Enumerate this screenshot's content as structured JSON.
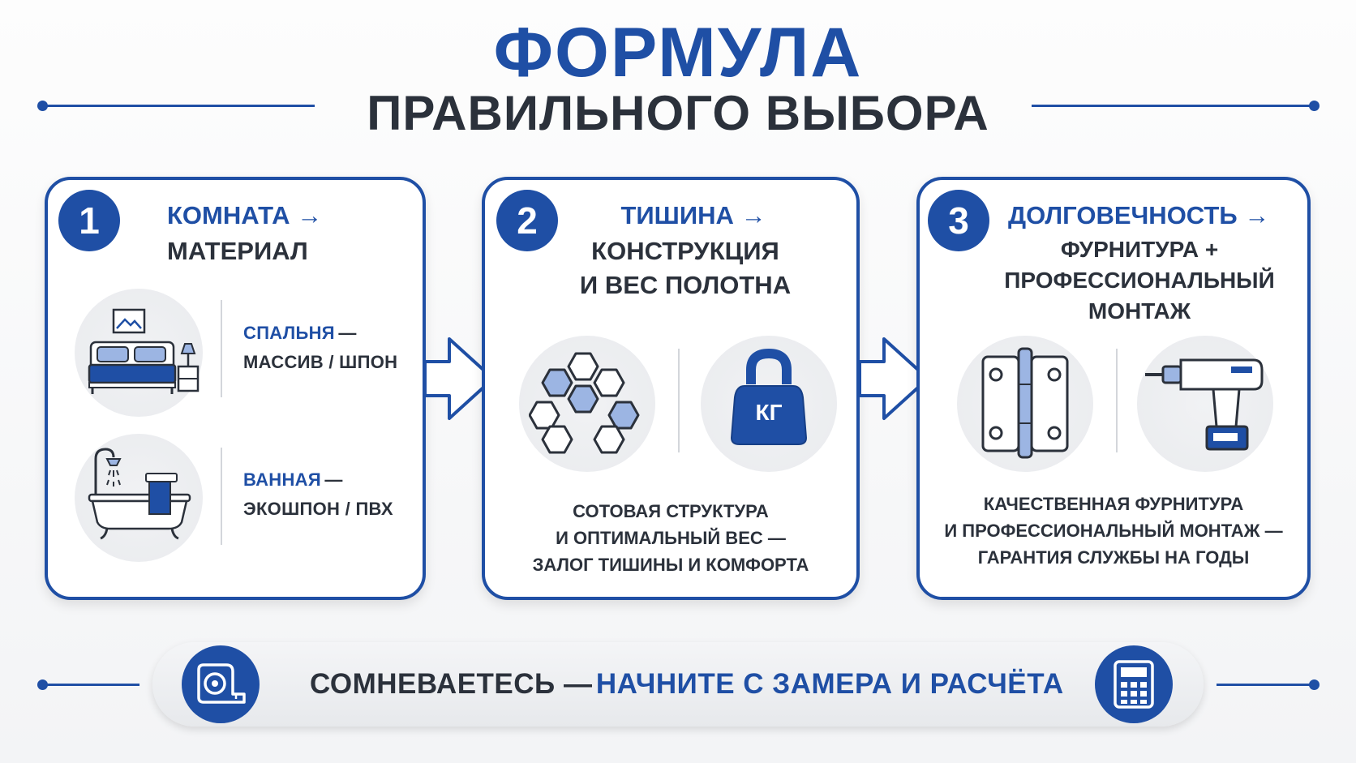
{
  "title": {
    "line1": "ФОРМУЛА",
    "line2": "ПРАВИЛЬНОГО ВЫБОРА"
  },
  "steps": [
    {
      "number": "1",
      "head_accent": "КОМНАТА →",
      "head_rest": [
        "МАТЕРИАЛ"
      ],
      "items": [
        {
          "icon": "bedroom-icon",
          "label": "СПАЛЬНЯ",
          "sep": "—",
          "value": "МАССИВ / ШПОН"
        },
        {
          "icon": "bathroom-icon",
          "label": "ВАННАЯ",
          "sep": "—",
          "value": "ЭКОШПОН / ПВХ"
        }
      ]
    },
    {
      "number": "2",
      "head_accent": "ТИШИНА →",
      "head_rest": [
        "КОНСТРУКЦИЯ",
        "И ВЕС ПОЛОТНА"
      ],
      "icons": [
        "honeycomb-icon",
        "kettlebell-icon"
      ],
      "weight_label": "КГ",
      "caption": [
        "СОТОВАЯ СТРУКТУРА",
        "И ОПТИМАЛЬНЫЙ ВЕС —",
        "ЗАЛОГ ТИШИНЫ И КОМФОРТА"
      ]
    },
    {
      "number": "3",
      "head_accent": "ДОЛГОВЕЧНОСТЬ →",
      "head_rest": [
        "ФУРНИТУРА +",
        "ПРОФЕССИОНАЛЬНЫЙ",
        "МОНТАЖ"
      ],
      "icons": [
        "hinge-icon",
        "drill-icon"
      ],
      "caption": [
        "КАЧЕСТВЕННАЯ ФУРНИТУРА",
        "И ПРОФЕССИОНАЛЬНЫЙ МОНТАЖ —",
        "ГАРАНТИЯ СЛУЖБЫ НА ГОДЫ"
      ]
    }
  ],
  "banner": {
    "text_dark": "СОМНЕВАЕТЕСЬ —",
    "text_blue": "НАЧНИТЕ С ЗАМЕРА И РАСЧЁТА",
    "left_icon": "tape-measure-icon",
    "right_icon": "calculator-icon"
  },
  "colors": {
    "accent": "#1f4fa5",
    "dark": "#2b313b",
    "icon_light": "#9cb5e3"
  }
}
